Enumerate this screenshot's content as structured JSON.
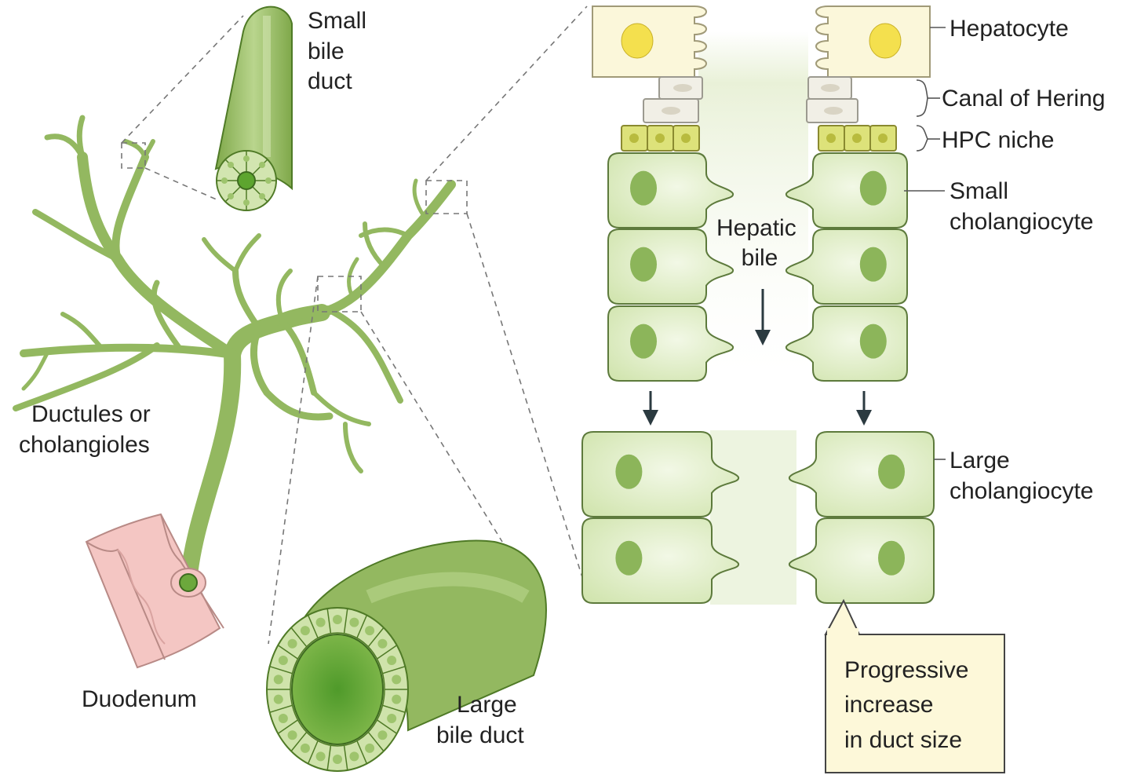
{
  "labels": {
    "small_bile_duct": [
      "Small",
      "bile",
      "duct"
    ],
    "ductules": [
      "Ductules or",
      "cholangioles"
    ],
    "duodenum": "Duodenum",
    "large_bile_duct": [
      "Large",
      "bile duct"
    ],
    "hepatocyte": "Hepatocyte",
    "canal_of_hering": "Canal of Hering",
    "hpc_niche": "HPC niche",
    "small_cholangiocyte": [
      "Small",
      "cholangiocyte"
    ],
    "hepatic_bile": [
      "Hepatic",
      "bile"
    ],
    "large_cholangiocyte": [
      "Large",
      "cholangiocyte"
    ],
    "callout": [
      "Progressive",
      "increase",
      "in duct size"
    ]
  },
  "colors": {
    "duct_green": "#93b860",
    "duct_light": "#d5e6b4",
    "cell_fill": "#e3efce",
    "nucleus": "#8cb55a",
    "hepatocyte_fill": "#fbf7da",
    "hepatocyte_nucleus": "#f4e04e",
    "niche_fill": "#dde27a",
    "duodenum_pink": "#f4c6c3",
    "callout_fill": "#fdf8d9"
  }
}
